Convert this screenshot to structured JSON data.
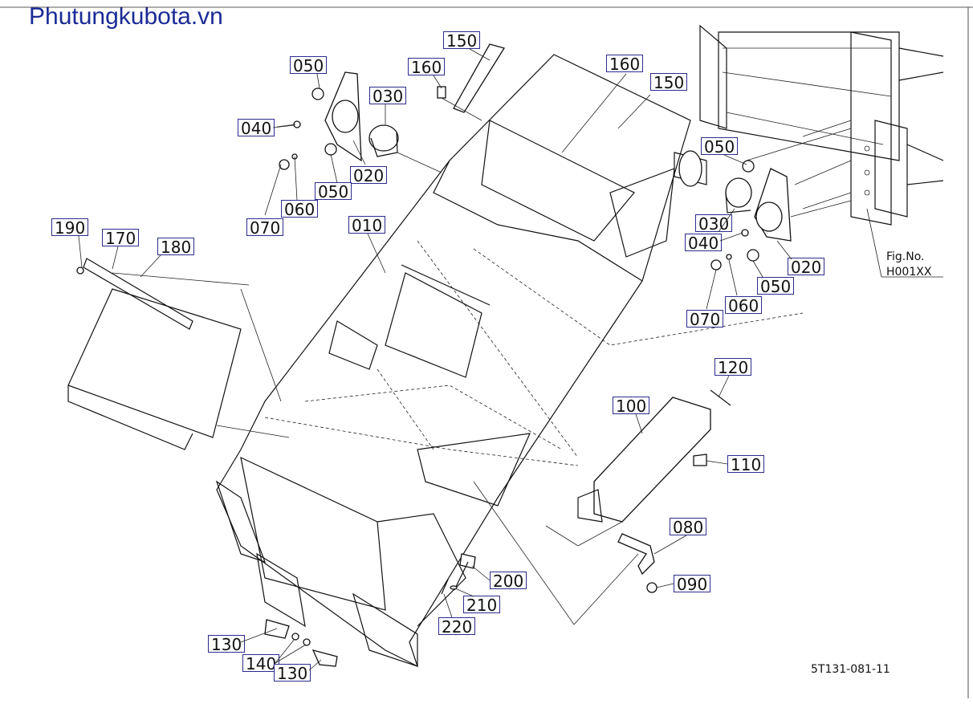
{
  "watermark": "Phutungkubota.vn",
  "fig_label_1": "Fig.No.",
  "fig_label_2": "H001XX",
  "drawing_code": "5T131-081-11",
  "callouts": {
    "c150a": "150",
    "c160a": "160",
    "c160b": "160",
    "c150b": "150",
    "c050a": "050",
    "c040a": "040",
    "c030a": "030",
    "c020a": "020",
    "c050b": "050",
    "c060a": "060",
    "c070a": "070",
    "c050c": "050",
    "c030b": "030",
    "c040b": "040",
    "c020b": "020",
    "c050d": "050",
    "c070b": "070",
    "c060b": "060",
    "c190": "190",
    "c170": "170",
    "c180": "180",
    "c010": "010",
    "c120": "120",
    "c100": "100",
    "c110": "110",
    "c080": "080",
    "c090": "090",
    "c200": "200",
    "c210": "210",
    "c220": "220",
    "c130a": "130",
    "c140": "140",
    "c130b": "130"
  }
}
